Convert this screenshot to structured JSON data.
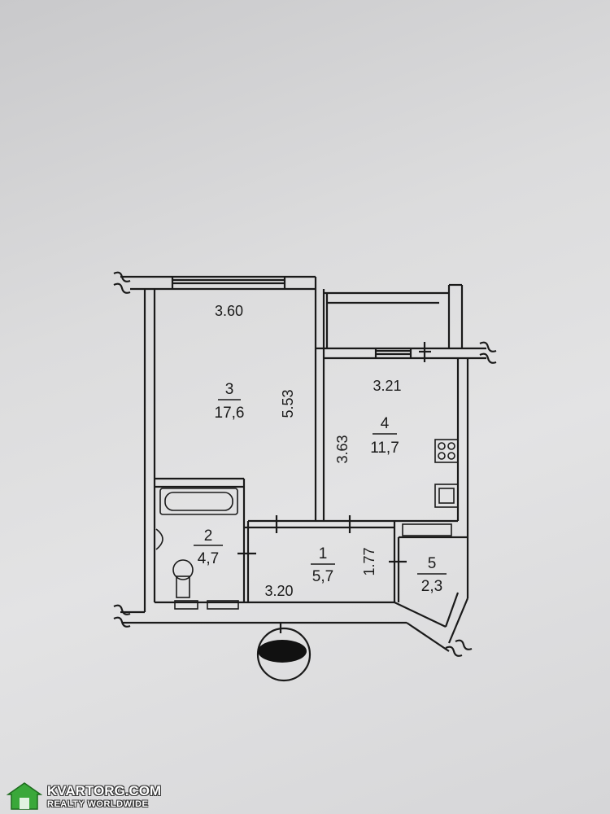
{
  "rooms": [
    {
      "id": "3",
      "number": "3",
      "area": "17,6"
    },
    {
      "id": "4",
      "number": "4",
      "area": "11,7"
    },
    {
      "id": "2",
      "number": "2",
      "area": "4,7"
    },
    {
      "id": "1",
      "number": "1",
      "area": "5,7"
    },
    {
      "id": "5",
      "number": "5",
      "area": "2,3"
    }
  ],
  "dimensions": {
    "room3_width": "3.60",
    "room3_depth": "5.53",
    "room4_width": "3.21",
    "room4_depth": "3.63",
    "hall_width": "3.20",
    "hall_depth": "1.77"
  },
  "watermark": {
    "site": "KVARTORG.COM",
    "tagline": "REALTY WORLDWIDE",
    "logo_icon": "house-logo-icon",
    "logo_color": "#3aa83a"
  }
}
